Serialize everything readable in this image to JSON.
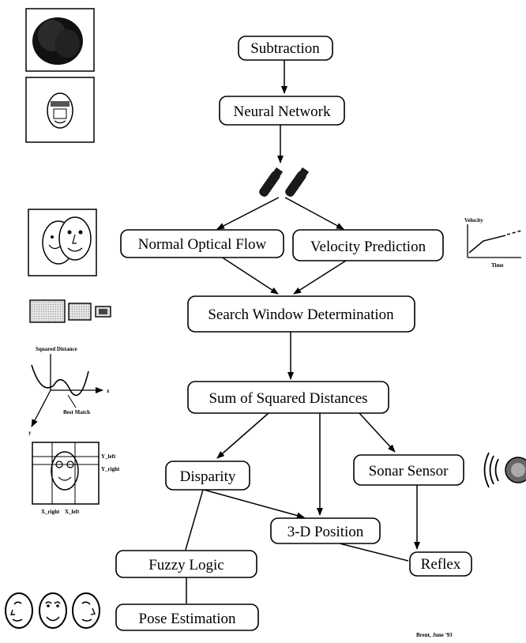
{
  "flow": {
    "subtraction": "Subtraction",
    "neural_network": "Neural Network",
    "normal_optical_flow": "Normal Optical Flow",
    "velocity_prediction": "Velocity Prediction",
    "search_window": "Search Window Determination",
    "ssd": "Sum of Squared Distances",
    "disparity": "Disparity",
    "sonar_sensor": "Sonar Sensor",
    "position_3d": "3-D Position",
    "fuzzy_logic": "Fuzzy Logic",
    "reflex": "Reflex",
    "pose_estimation": "Pose Estimation"
  },
  "velocity_graph": {
    "ylabel": "Velocity",
    "xlabel": "Time"
  },
  "ssd_graph": {
    "ylabel": "Squared Distance",
    "x_axis": "x",
    "y_axis": "y",
    "min_label": "Best Match"
  },
  "face_grid": {
    "t_left": "Y_left",
    "t_right": "Y_right",
    "b_left": "X_right",
    "b_right": "X_left"
  },
  "signature": "Brent, June '93"
}
